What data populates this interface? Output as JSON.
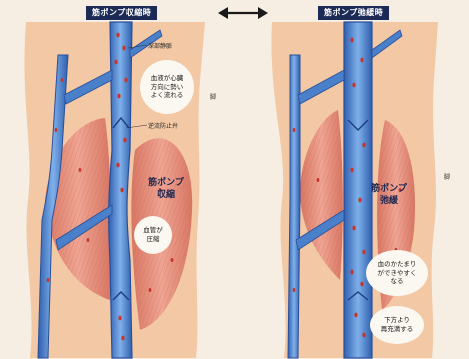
{
  "left_panel": {
    "title": "筋ポンプ収縮時",
    "vein_label": "深部静脈",
    "valve_label": "逆流防止弁",
    "flow_callout": "血液が心臓\n方向に勢い\nよく流れる",
    "muscle_label": "筋ポンプ\n収縮",
    "compressed_callout": "血管が\n圧縮",
    "side_text": "脚"
  },
  "right_panel": {
    "title": "筋ポンプ弛緩時",
    "muscle_label": "筋ポンプ\n弛緩",
    "clot_callout": "血のかたまり\nができやすく\nなる",
    "backflow_callout": "下方より\n再充満する",
    "side_text": "脚"
  },
  "arrow": "double-headed-arrow-icon",
  "colors": {
    "background": "#f6eee3",
    "leg": "#f3c8a4",
    "muscle": "#e28b78",
    "vein": "#4a7fc9",
    "vein_edge": "#2a4f9a",
    "blood_cell": "#c8352b",
    "title_bar": "#1c2b55"
  }
}
